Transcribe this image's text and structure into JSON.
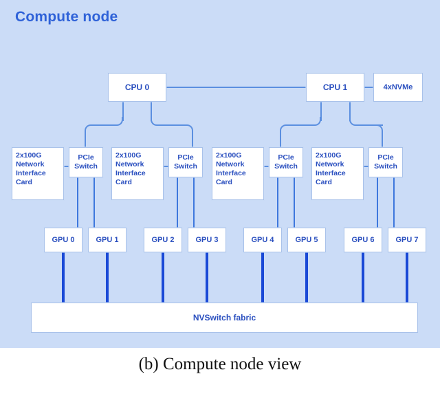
{
  "figure": {
    "caption": "(b) Compute node view",
    "panel_title": "Compute node",
    "colors": {
      "panel_background": "#cbdcf7",
      "box_fill": "#ffffff",
      "box_border": "#a9c2ea",
      "text_blue": "#2a4fbf",
      "title_blue": "#2f62d8",
      "connector_blue": "#5b8fe0",
      "nvlink_blue": "#1a49d6",
      "caption_black": "#111111"
    }
  },
  "cpus": [
    {
      "id": "cpu-0",
      "label": "CPU 0"
    },
    {
      "id": "cpu-1",
      "label": "CPU 1"
    }
  ],
  "storage": {
    "id": "nvme",
    "label": "4xNVMe"
  },
  "nics": [
    {
      "id": "nic-0",
      "label": "2x100G Network Interface Card"
    },
    {
      "id": "nic-1",
      "label": "2x100G Network Interface Card"
    },
    {
      "id": "nic-2",
      "label": "2x100G Network Interface Card"
    },
    {
      "id": "nic-3",
      "label": "2x100G Network Interface Card"
    }
  ],
  "switches": [
    {
      "id": "pcie-switch-0",
      "label": "PCIe Switch"
    },
    {
      "id": "pcie-switch-1",
      "label": "PCIe Switch"
    },
    {
      "id": "pcie-switch-2",
      "label": "PCIe Switch"
    },
    {
      "id": "pcie-switch-3",
      "label": "PCIe Switch"
    }
  ],
  "gpus": [
    {
      "id": "gpu-0",
      "label": "GPU 0"
    },
    {
      "id": "gpu-1",
      "label": "GPU 1"
    },
    {
      "id": "gpu-2",
      "label": "GPU 2"
    },
    {
      "id": "gpu-3",
      "label": "GPU 3"
    },
    {
      "id": "gpu-4",
      "label": "GPU 4"
    },
    {
      "id": "gpu-5",
      "label": "GPU 5"
    },
    {
      "id": "gpu-6",
      "label": "GPU 6"
    },
    {
      "id": "gpu-7",
      "label": "GPU 7"
    }
  ],
  "fabric": {
    "id": "nvswitch-fabric",
    "label": "NVSwitch fabric"
  }
}
